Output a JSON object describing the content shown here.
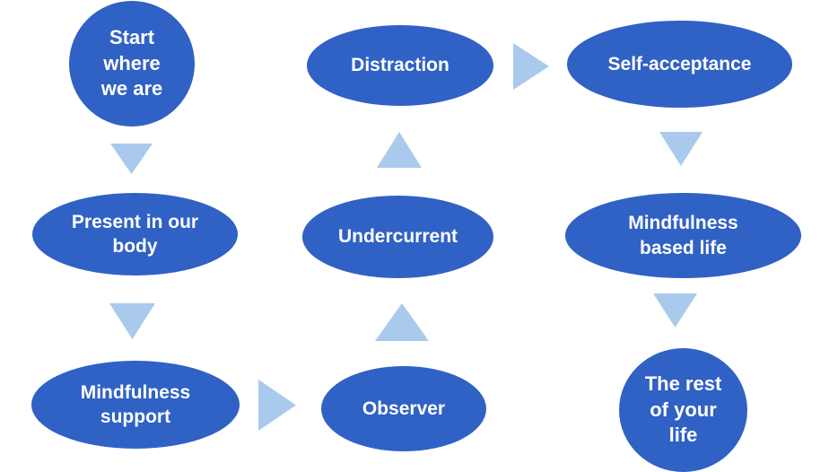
{
  "diagram": {
    "background": "#FFFFFF",
    "colors": {
      "node_fill": "#3061C5",
      "arrow_fill": "#A9CAEC",
      "node_text": "#FFFFFF"
    },
    "nodes": [
      {
        "id": "start-where-we-are",
        "shape": "circle",
        "label": "Start\nwhere\nwe are"
      },
      {
        "id": "present-in-our-body",
        "shape": "ellipse",
        "label": "Present in our\nbody"
      },
      {
        "id": "mindfulness-support",
        "shape": "ellipse",
        "label": "Mindfulness\nsupport"
      },
      {
        "id": "observer",
        "shape": "ellipse",
        "label": "Observer"
      },
      {
        "id": "undercurrent",
        "shape": "ellipse",
        "label": "Undercurrent"
      },
      {
        "id": "distraction",
        "shape": "ellipse",
        "label": "Distraction"
      },
      {
        "id": "self-acceptance",
        "shape": "ellipse",
        "label": "Self-acceptance"
      },
      {
        "id": "mindfulness-based-life",
        "shape": "ellipse",
        "label": "Mindfulness\nbased life"
      },
      {
        "id": "the-rest-of-your-life",
        "shape": "circle",
        "label": "The rest\nof your\nlife"
      }
    ],
    "arrows": [
      {
        "from": "start-where-we-are",
        "to": "present-in-our-body",
        "direction": "down"
      },
      {
        "from": "present-in-our-body",
        "to": "mindfulness-support",
        "direction": "down"
      },
      {
        "from": "mindfulness-support",
        "to": "observer",
        "direction": "right"
      },
      {
        "from": "observer",
        "to": "undercurrent",
        "direction": "up"
      },
      {
        "from": "undercurrent",
        "to": "distraction",
        "direction": "up"
      },
      {
        "from": "distraction",
        "to": "self-acceptance",
        "direction": "right"
      },
      {
        "from": "self-acceptance",
        "to": "mindfulness-based-life",
        "direction": "down"
      },
      {
        "from": "mindfulness-based-life",
        "to": "the-rest-of-your-life",
        "direction": "down"
      }
    ]
  }
}
